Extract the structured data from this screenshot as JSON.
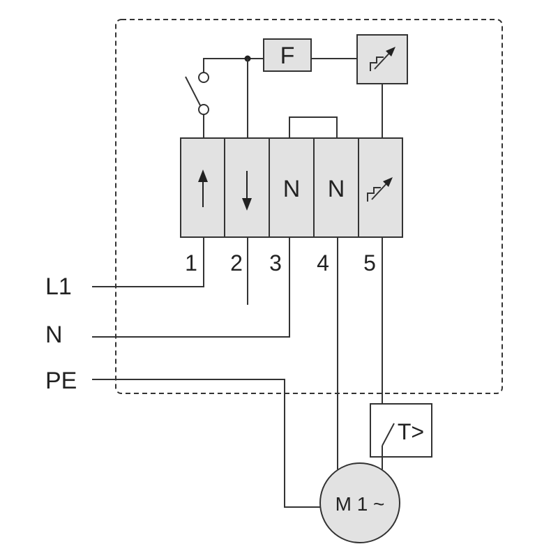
{
  "colors": {
    "line": "#333333",
    "fill": "#e2e2e2",
    "background": "#ffffff"
  },
  "components": {
    "fuse": "F",
    "thermostat": "T>",
    "motor": "M 1 ~"
  },
  "terminals": [
    {
      "number": "1",
      "symbol": "arrow-up-icon"
    },
    {
      "number": "2",
      "symbol": "arrow-down-icon"
    },
    {
      "number": "3",
      "symbol": "N"
    },
    {
      "number": "4",
      "symbol": "N"
    },
    {
      "number": "5",
      "symbol": "variable-control-icon"
    }
  ],
  "supply": {
    "l1": "L1",
    "n": "N",
    "pe": "PE"
  }
}
